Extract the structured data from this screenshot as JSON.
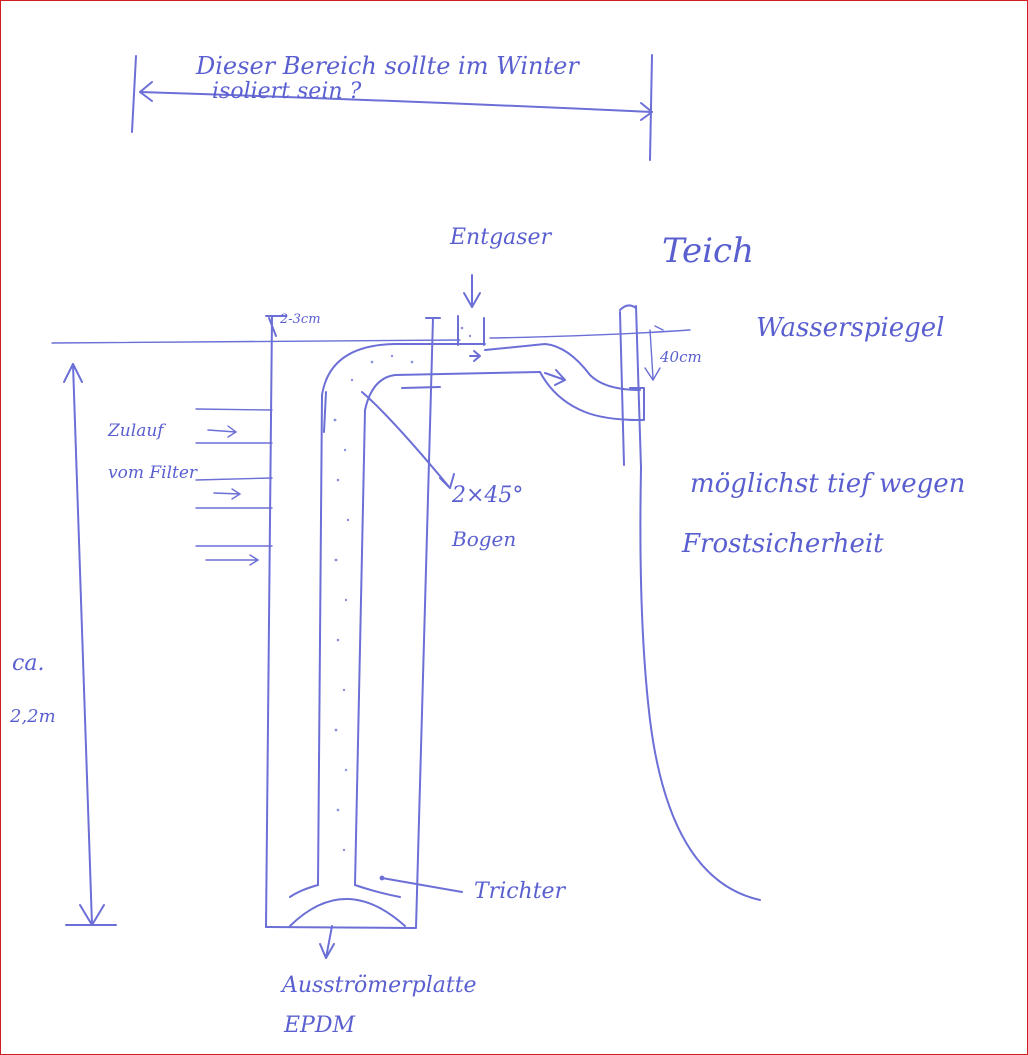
{
  "diagram": {
    "top_note_line1": "Dieser Bereich sollte im Winter",
    "top_note_line2": "isoliert sein ?",
    "teich": "Teich",
    "entgaser": "Entgaser",
    "wasserspiegel": "Wasserspiegel",
    "gap_2_3cm": "2-3cm",
    "depth_40cm": "40cm",
    "zulauf_line1": "Zulauf",
    "zulauf_line2": "vom Filter",
    "bogen_line1": "2×45°",
    "bogen_line2": "Bogen",
    "deep_note_line1": "möglichst tief wegen",
    "deep_note_line2": "Frostsicherheit",
    "height_line1": "ca.",
    "height_line2": "2,2m",
    "trichter": "Trichter",
    "plate_line1": "Ausströmerplatte",
    "plate_line2": "EPDM"
  },
  "colors": {
    "ink": "#6b6fd6",
    "border": "#d21e1e",
    "paper": "#ffffff"
  }
}
